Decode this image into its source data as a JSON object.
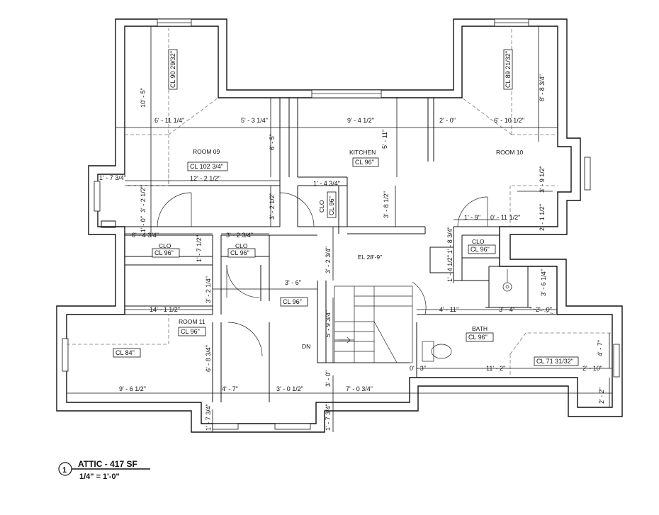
{
  "rooms": {
    "room09": "ROOM 09",
    "kitchen": "KITCHEN",
    "room10": "ROOM 10",
    "room11": "ROOM 11",
    "bath": "BATH",
    "clo1": "CLO",
    "clo2": "CLO",
    "clo3": "CLO",
    "clo4": "CLO",
    "el": "EL 28'-9\"",
    "dn": "DN"
  },
  "tags": {
    "cl_room09": "CL 102 3/4\"",
    "cl_kitchen": "CL 96\"",
    "cl_clo_kitchen": "CL 96\"",
    "cl_clo_left": "CL 96\"",
    "cl_clo_mid": "CL 96\"",
    "cl_hall": "CL 96\"",
    "cl_room11": "CL 96\"",
    "cl_84": "CL 84\"",
    "cl_clo_right": "CL 96\"",
    "cl_bath": "CL 96\"",
    "cl_7131": "CL 71 31/32\"",
    "cl_9029": "CL 90 29/32\"",
    "cl_8921": "CL 89 21/32\""
  },
  "dimensions": {
    "d1": "10' - 5\"",
    "d2": "6' - 11 1/4\"",
    "d3": "5' - 3 1/4\"",
    "d4": "9' - 4 1/2\"",
    "d5": "2' - 0\"",
    "d6": "6' - 10 1/2\"",
    "d7": "8' - 8 3/4\"",
    "d8": "6' - 5\"",
    "d9": "5' - 11\"",
    "d10": "1' - 7 3/4\"",
    "d11": "12' - 2 1/2\"",
    "d12": "3' - 2 1/2\"",
    "d13": "1' - 0\"",
    "d14": "3' - 2 1/2\"",
    "d15": "1' - 4 3/4\"",
    "d16": "3' - 8 1/2\"",
    "d17": "3' - 9 1/2\"",
    "d18": "2' - 1 1/2\"",
    "d19": "6' - 4 3/4\"",
    "d20": "1' - 7 1/2\"",
    "d21": "3' - 2 3/4\"",
    "d22": "1' - 9\"",
    "d23": "0' - 11 1/2\"",
    "d24": "1' - 8 3/4\"",
    "d25": "1' - 4 1/2\"",
    "d26": "3' - 2 3/4\"",
    "d27": "3' - 2 1/4\"",
    "d28": "3' - 6\"",
    "d29": "3' - 6 1/4\"",
    "d30": "14' - 1 1/2\"",
    "d31": "5' - 9 3/4\"",
    "d32": "4' - 11\"",
    "d33": "3' - 4\"",
    "d34": "2' - 0\"",
    "d35": "6' - 8 3/4\"",
    "d36": "4' - 7\"",
    "d37": "0' - 3\"",
    "d38": "11' - 2\"",
    "d39": "2' - 10\"",
    "d40": "9' - 6 1/2\"",
    "d41": "4' - 7\"",
    "d42": "3' - 0 1/2\"",
    "d43": "3' - 0\"",
    "d44": "7' - 0 3/4\"",
    "d45": "2' - 2\"",
    "d46": "1' - 7 3/4\"",
    "d47": "1' - 7 3/4\""
  },
  "titleblock": {
    "number": "1",
    "title": "ATTIC - 417 SF",
    "scale": "1/4\" = 1'-0\""
  }
}
